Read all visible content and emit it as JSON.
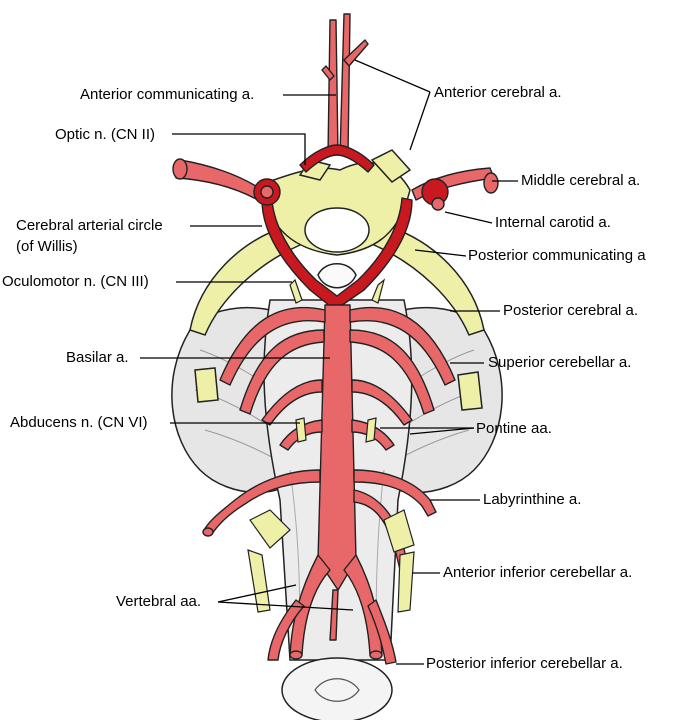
{
  "colors": {
    "artery": "#e8686a",
    "artery_dark": "#c81820",
    "nerve": "#eef0a8",
    "tissue": "#e8e8e8",
    "outline": "#222222"
  },
  "labels": {
    "anterior_communicating": "Anterior communicating a.",
    "anterior_cerebral": "Anterior cerebral a.",
    "optic_nerve": "Optic n. (CN II)",
    "middle_cerebral": "Middle cerebral a.",
    "circle_line1": "Cerebral arterial circle",
    "circle_line2": "(of Willis)",
    "internal_carotid": "Internal carotid a.",
    "posterior_communicating": "Posterior communicating a",
    "oculomotor": "Oculomotor n. (CN III)",
    "posterior_cerebral": "Posterior cerebral a.",
    "basilar": "Basilar a.",
    "superior_cerebellar": "Superior cerebellar a.",
    "abducens": "Abducens n. (CN VI)",
    "pontine": "Pontine aa.",
    "labyrinthine": "Labyrinthine a.",
    "anterior_inferior_cerebellar": "Anterior inferior cerebellar a.",
    "vertebral": "Vertebral aa.",
    "posterior_inferior_cerebellar": "Posterior inferior cerebellar a."
  }
}
